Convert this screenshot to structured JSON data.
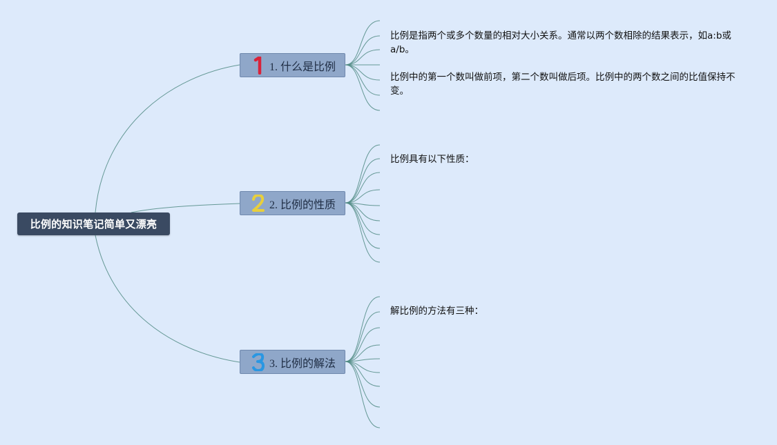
{
  "root": {
    "label": "比例的知识笔记简单又漂亮"
  },
  "branches": [
    {
      "number": "1",
      "number_color": "#d9233a",
      "label": "1. 什么是比例",
      "leaves": [
        "比例是指两个或多个数量的相对大小关系。通常以两个数相除的结果表示，如a:b或a/b。",
        "比例中的第一个数叫做前项，第二个数叫做后项。比例中的两个数之间的比值保持不变。"
      ]
    },
    {
      "number": "2",
      "number_color": "#e8cf3c",
      "label": "2. 比例的性质",
      "leaves": [
        "比例具有以下性质："
      ]
    },
    {
      "number": "3",
      "number_color": "#2a97e2",
      "label": "3. 比例的解法",
      "leaves": [
        "解比例的方法有三种："
      ]
    }
  ],
  "colors": {
    "background": "#ddeafb",
    "root_fill": "#3a4a62",
    "branch_fill": "#8fa7c9",
    "connector": "#4f8a82"
  }
}
